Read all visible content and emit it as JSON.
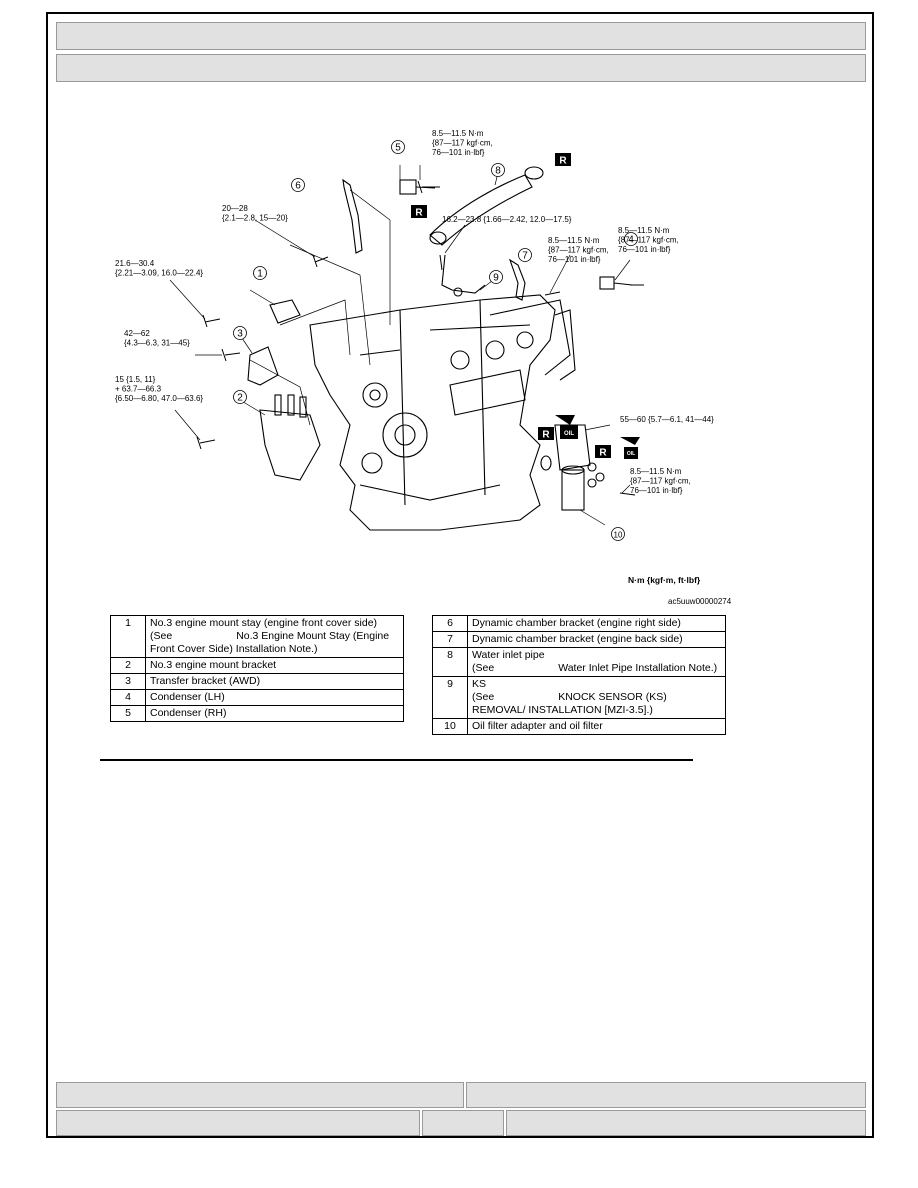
{
  "diagram": {
    "torque_labels": [
      {
        "id": "t_bracket6",
        "lines": [
          "20—28",
          "{2.1—2.8, 15—20}"
        ]
      },
      {
        "id": "t_stay1",
        "lines": [
          "21.6—30.4",
          "{2.21—3.09, 16.0—22.4}"
        ]
      },
      {
        "id": "t_transfer3",
        "lines": [
          "42—62",
          "{4.3—6.3, 31—45}"
        ]
      },
      {
        "id": "t_mount2",
        "lines": [
          "15 {1.5, 11}",
          "+ 63.7—66.3",
          "{6.50—6.80, 47.0—63.6}"
        ]
      },
      {
        "id": "t_cond5",
        "lines": [
          "8.5—11.5 N·m",
          "{87—117 kgf·cm,",
          "76—101 in·lbf}"
        ]
      },
      {
        "id": "t_ks9",
        "lines": [
          "16.2—23.8 {1.66—2.42, 12.0—17.5}"
        ]
      },
      {
        "id": "t_bracket7",
        "lines": [
          "8.5—11.5 N·m",
          "{87—117 kgf·cm,",
          "76—101 in·lbf}"
        ]
      },
      {
        "id": "t_cond4",
        "lines": [
          "8.5—11.5 N·m",
          "{87—117 kgf·cm,",
          "76—101 in·lbf}"
        ]
      },
      {
        "id": "t_oil10",
        "lines": [
          "55—60 {5.7—6.1, 41—44}"
        ]
      },
      {
        "id": "t_adapter",
        "lines": [
          "8.5—11.5 N·m",
          "{87—117 kgf·cm,",
          "76—101 in·lbf}"
        ]
      }
    ],
    "part_numbers": [
      "1",
      "2",
      "3",
      "4",
      "5",
      "6",
      "7",
      "8",
      "9",
      "10"
    ],
    "replace_mark": "R",
    "oil_mark": "OIL",
    "units_note": "N·m {kgf·m, ft·lbf}",
    "figure_id": "ac5uuw00000274"
  },
  "legend_left": [
    {
      "num": "1",
      "line1": "No.3 engine mount stay (engine front cover side)",
      "see": "(See",
      "ref": "No.3 Engine Mount Stay (Engine Front Cover Side) Installation Note.)"
    },
    {
      "num": "2",
      "text": "No.3 engine mount bracket"
    },
    {
      "num": "3",
      "text": "Transfer bracket (AWD)"
    },
    {
      "num": "4",
      "text": "Condenser (LH)"
    },
    {
      "num": "5",
      "text": "Condenser (RH)"
    }
  ],
  "legend_right": [
    {
      "num": "6",
      "text": "Dynamic chamber bracket (engine right side)"
    },
    {
      "num": "7",
      "text": "Dynamic chamber bracket (engine back side)"
    },
    {
      "num": "8",
      "line1": "Water inlet pipe",
      "see": "(See",
      "ref": "Water Inlet Pipe Installation Note.)"
    },
    {
      "num": "9",
      "line1": "KS",
      "see": "(See",
      "ref": "KNOCK SENSOR (KS) REMOVAL/ INSTALLATION [MZI-3.5].)"
    },
    {
      "num": "10",
      "text": "Oil filter adapter and oil filter"
    }
  ]
}
